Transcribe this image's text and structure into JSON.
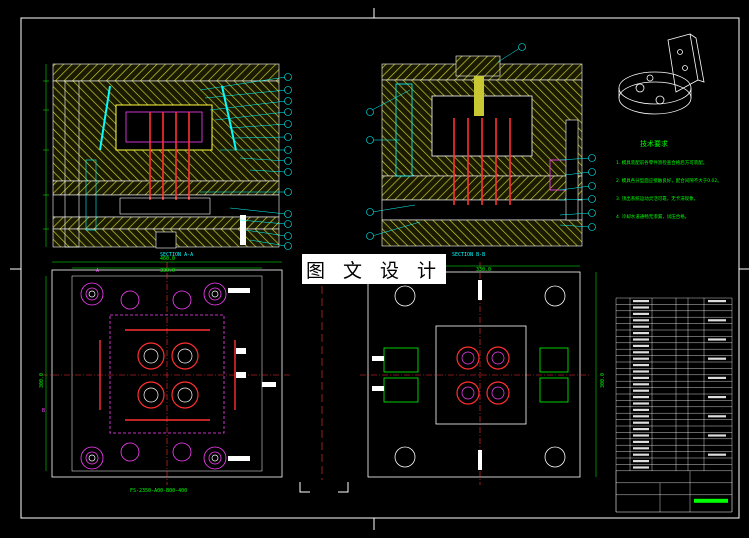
{
  "banner": {
    "text": "图 文 设 计"
  },
  "labels": {
    "section_aa": "SECTION A-A",
    "section_bb": "SECTION B-B",
    "notes_title": "技术要求",
    "bottom_caption": "FS-2350-A00-B00-400",
    "dim_top_left_a": "460.0",
    "dim_top_left_b": "330.0",
    "dim_top_right_a": "330.0",
    "dim_left_vert": "300.0",
    "dim_right_vert": "300.0",
    "mark_a": "A",
    "mark_b": "B"
  },
  "notes": [
    "1. 模具装配前各零件须检查合格后方可装配。",
    "2. 模具各分型面应接触良好，配合间隙不大于0.02。",
    "3. 顶出系统运动灵活可靠，无卡滞现象。",
    "4. 冷却水道通畅无渗漏，试压合格。"
  ],
  "colors": {
    "frame": "#ffffff",
    "hatch": "#c8c832",
    "leader": "#00ffff",
    "center": "#ff3030",
    "part": "#ff40ff",
    "green": "#00ff00",
    "note_text": "#00ff00"
  }
}
